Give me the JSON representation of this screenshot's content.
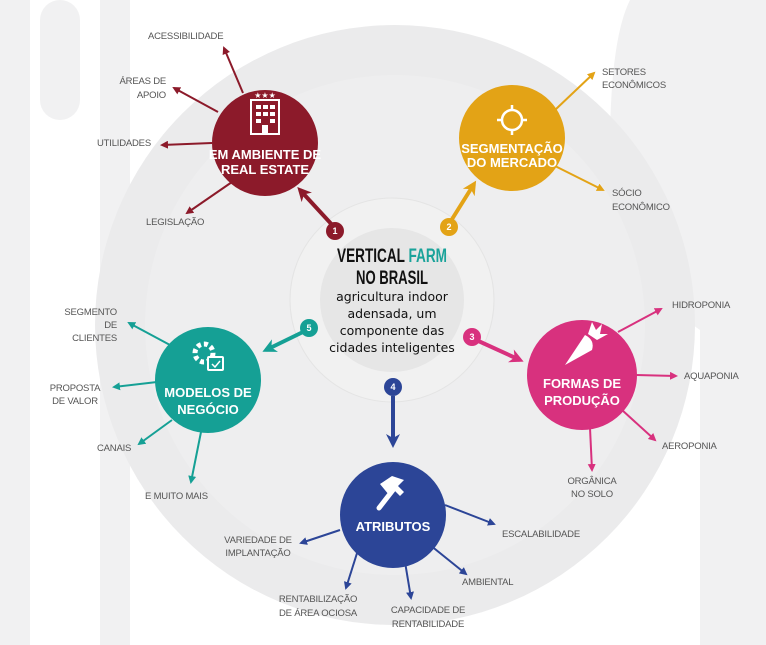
{
  "center": {
    "title_word1": "VERTICAL",
    "title_word2": "FARM",
    "title_line2": "NO BRASIL",
    "subtitle": [
      "agricultura indoor",
      "adensada, um",
      "componente das",
      "cidades inteligentes"
    ]
  },
  "colors": {
    "red": "#8c1a2a",
    "yellow": "#e3a316",
    "pink": "#d8317e",
    "blue": "#2c4597",
    "teal": "#15a095",
    "accent": "#1aa39a"
  },
  "hubs": [
    {
      "number": "1",
      "icon": "building-icon",
      "title": [
        "EM AMBIENTE DE",
        "REAL ESTATE"
      ],
      "leaves": [
        [
          "ACESSIBILIDADE"
        ],
        [
          "ÁREAS DE",
          "APOIO"
        ],
        [
          "UTILIDADES"
        ],
        [
          "LEGISLAÇÃO"
        ]
      ]
    },
    {
      "number": "2",
      "icon": "target-icon",
      "title": [
        "SEGMENTAÇÃO",
        "DO MERCADO"
      ],
      "leaves": [
        [
          "SETORES",
          "ECONÔMICOS"
        ],
        [
          "SÓCIO",
          "ECONÔMICO"
        ]
      ]
    },
    {
      "number": "3",
      "icon": "carrot-icon",
      "title": [
        "FORMAS DE",
        "PRODUÇÃO"
      ],
      "leaves": [
        [
          "HIDROPONIA"
        ],
        [
          "AQUAPONIA"
        ],
        [
          "AEROPONIA"
        ],
        [
          "ORGÂNICA",
          "NO SOLO"
        ]
      ]
    },
    {
      "number": "4",
      "icon": "hammer-icon",
      "title": [
        "ATRIBUTOS"
      ],
      "leaves": [
        [
          "ESCALABILIDADE"
        ],
        [
          "AMBIENTAL"
        ],
        [
          "CAPACIDADE DE",
          "RENTABILIDADE"
        ],
        [
          "RENTABILIZAÇÃO",
          "DE ÁREA OCIOSA"
        ],
        [
          "VARIEDADE DE",
          "IMPLANTAÇÃO"
        ]
      ]
    },
    {
      "number": "5",
      "icon": "gear-window-icon",
      "title": [
        "MODELOS DE",
        "NEGÓCIO"
      ],
      "leaves": [
        [
          "SEGMENTO",
          "DE",
          "CLIENTES"
        ],
        [
          "PROPOSTA",
          "DE VALOR"
        ],
        [
          "CANAIS"
        ],
        [
          "E MUITO MAIS"
        ]
      ]
    }
  ]
}
